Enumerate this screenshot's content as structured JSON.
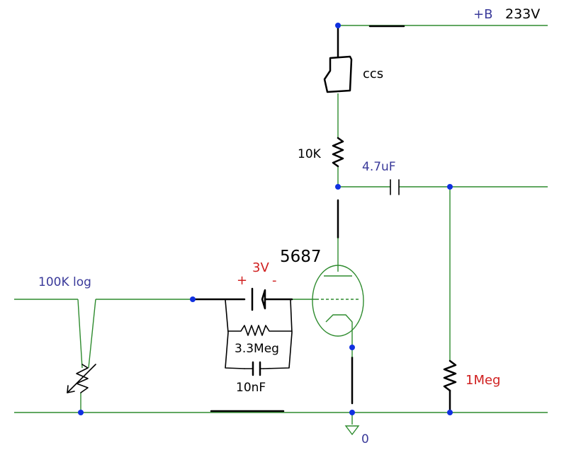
{
  "labels": {
    "supply": "+B",
    "supply_voltage": "233V",
    "ccs": "ccs",
    "r_plate": "10K",
    "c_coupling": "4.7uF",
    "tube": "5687",
    "bias_voltage": "3V",
    "bias_plus": "+",
    "bias_minus": "-",
    "pot": "100K log",
    "r_bias": "3.3Meg",
    "c_bias": "10nF",
    "r_grid_leak": "1Meg",
    "ground_node": "0"
  },
  "colors": {
    "wire": "#2e8b2e",
    "node": "#1030e0",
    "component": "#000000",
    "label_blue": "#3a3a9a",
    "label_red": "#d02020",
    "label_black": "#000000"
  }
}
